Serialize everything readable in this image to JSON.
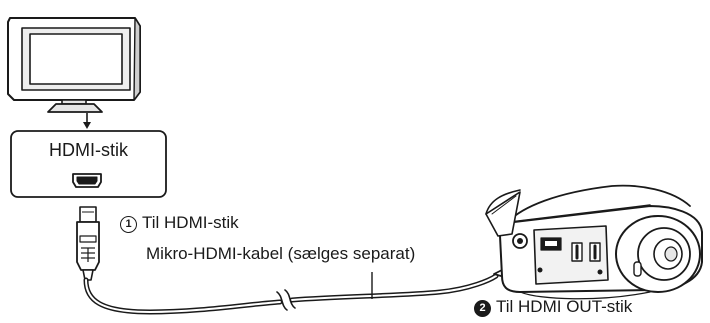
{
  "tv_port_label": "HDMI-stik",
  "step1": {
    "number": "1",
    "label": "Til HDMI-stik"
  },
  "cable_label": "Mikro-HDMI-kabel (sælges separat)",
  "step2": {
    "number": "2",
    "label": "Til HDMI OUT-stik"
  },
  "colors": {
    "line": "#1a1a1a",
    "shading": "#d9d9d9",
    "arrow": "#bfbfbf"
  }
}
